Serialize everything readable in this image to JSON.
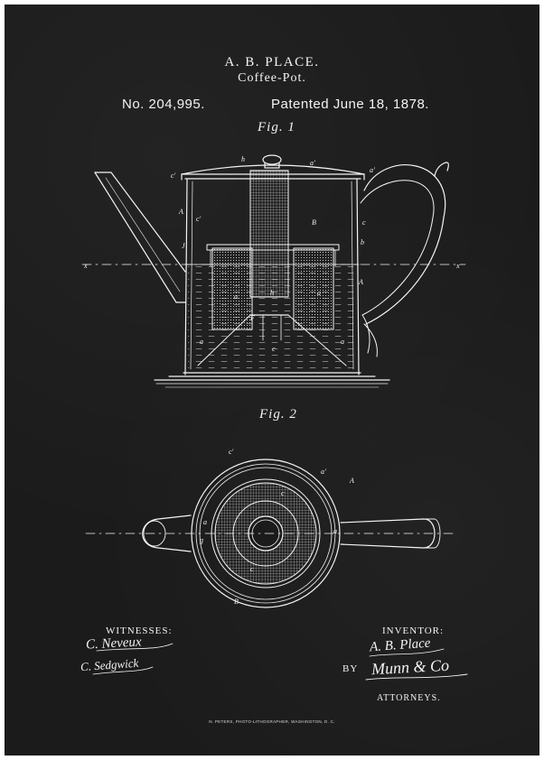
{
  "header": {
    "inventor": "A. B. PLACE.",
    "subject": "Coffee-Pot.",
    "patent_number": "No. 204,995.",
    "patent_date": "Patented June 18, 1878."
  },
  "figures": {
    "fig1_label": "Fig. 1",
    "fig2_label": "Fig. 2"
  },
  "signatures": {
    "witnesses_heading": "WITNESSES:",
    "witness_1": "C. Neveux",
    "witness_2": "C. Sedgwick",
    "inventor_heading": "INVENTOR:",
    "inventor_signature": "A. B. Place",
    "by_label": "BY",
    "attorney_signature": "Munn & Co",
    "attorneys_label": "ATTORNEYS."
  },
  "footer": {
    "lithographer": "N. PETERS, PHOTO-LITHOGRAPHER, WASHINGTON, D. C."
  },
  "colors": {
    "background": "#1b1b1b",
    "line": "#f4f4f4",
    "frame": "#ffffff"
  }
}
